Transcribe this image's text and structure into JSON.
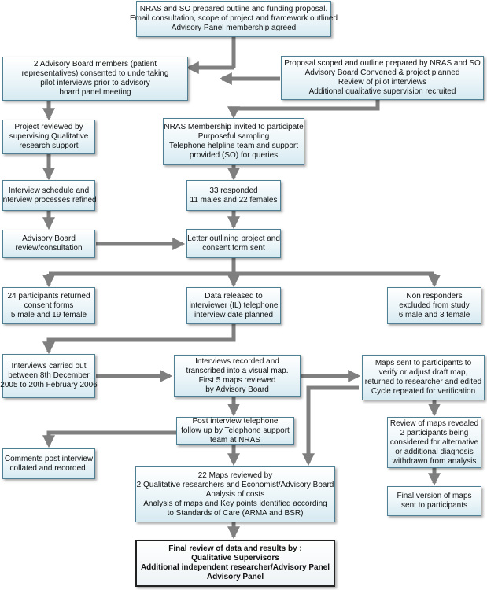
{
  "boxes": {
    "b1": [
      "NRAS and SO prepared outline and funding proposal.",
      "Email consultation, scope of project and framework outlined",
      "Advisory Panel membership agreed"
    ],
    "b2": [
      "2 Advisory Board members (patient",
      "representatives) consented to undertaking",
      "pilot interviews prior to advisory",
      "board panel meeting"
    ],
    "b3": [
      "Proposal scoped and outline prepared by NRAS and SO",
      "Advisory Board Convened & project planned",
      "Review of pilot interviews",
      "Additional qualitative supervision recruited"
    ],
    "b4": [
      "Project reviewed by",
      "supervising Qualitative",
      "research support"
    ],
    "b5": [
      "NRAS Membership invited to participate",
      "Purposeful sampling",
      "Telephone helpline team and support",
      "provided (SO) for queries"
    ],
    "b6": [
      "Interview schedule and",
      "interview processes refined"
    ],
    "b7": [
      "33 responded",
      "11 males and 22 females"
    ],
    "b8": [
      "Advisory Board",
      "review/consultation"
    ],
    "b9": [
      "Letter outlining project and",
      "consent form sent"
    ],
    "b10": [
      "24 participants returned",
      "consent forms",
      "5 male and 19 female"
    ],
    "b11": [
      "Data released to",
      "interviewer (IL) telephone",
      "interview date planned"
    ],
    "b12": [
      "Non responders",
      "excluded from study",
      "6 male and 3 female"
    ],
    "b13": [
      "Interviews carried out",
      "between 8th December",
      "2005 to 20th February 2006"
    ],
    "b14": [
      "Interviews recorded and",
      "transcribed into a visual map.",
      "First 5 maps reviewed",
      "by Advisory Board"
    ],
    "b15": [
      "Maps sent to participants to",
      "verify or adjust draft map,",
      "returned to researcher and edited",
      "Cycle repeated for verification"
    ],
    "b16": [
      "Post interview telephone",
      "follow up by Telephone support",
      "team at NRAS"
    ],
    "b17": [
      "Review of maps revealed",
      "2 participants being",
      "considered for alternative",
      "or additional diagnosis",
      "withdrawn from analysis"
    ],
    "b18": [
      "Comments post interview",
      "collated and recorded."
    ],
    "b19": [
      "22 Maps reviewed by",
      "2 Qualitative researchers and Economist/Advisory Board",
      "Analysis of costs",
      "Analysis of maps and Key points identified according",
      "to Standards of Care (ARMA and BSR)"
    ],
    "b20": [
      "Final version of maps",
      "sent to participants"
    ],
    "b21": [
      "Final review of data and results by :",
      "Qualitative Supervisors",
      "Additional independent researcher/Advisory Panel",
      "Advisory Panel"
    ]
  },
  "colors": {
    "arrow": "#7f7f7f",
    "border": "#4f7f92"
  }
}
